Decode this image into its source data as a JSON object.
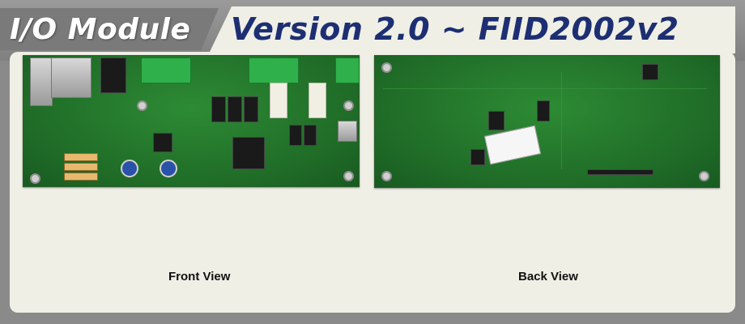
{
  "header": {
    "tab_left_label": "I/O Module",
    "tab_right_label": "Version 2.0 ~ FIID2002v2"
  },
  "views": [
    {
      "caption": "Front View"
    },
    {
      "caption": "Back View"
    }
  ],
  "colors": {
    "background": "#8a8a8a",
    "panel": "#efefe6",
    "title_blue": "#1d2f72",
    "pcb_green": "#1f6b27"
  }
}
